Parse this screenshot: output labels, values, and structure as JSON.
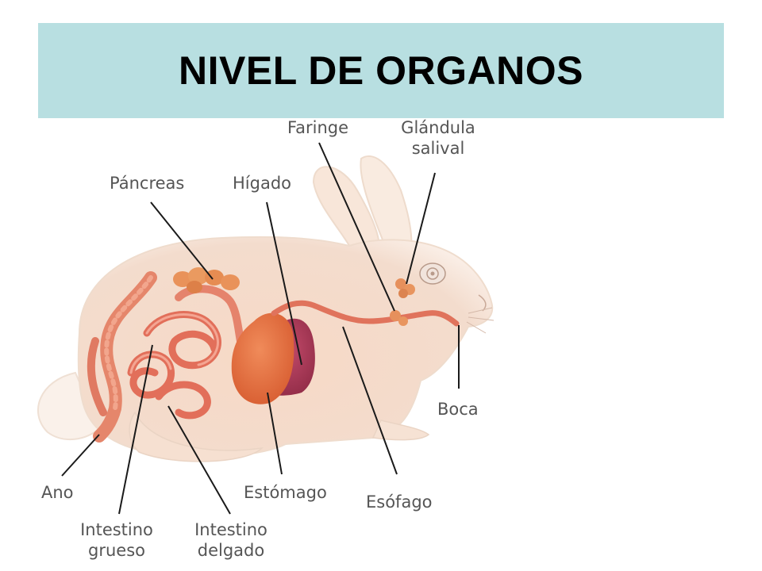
{
  "title": "NIVEL DE ORGANOS",
  "labels": {
    "faringe": "Faringe",
    "glandula_line1": "Glándula",
    "glandula_line2": "salival",
    "pancreas": "Páncreas",
    "higado": "Hígado",
    "boca": "Boca",
    "ano": "Ano",
    "estomago": "Estómago",
    "esofago": "Esófago",
    "int_grueso_line1": "Intestino",
    "int_grueso_line2": "grueso",
    "int_delgado_line1": "Intestino",
    "int_delgado_line2": "delgado"
  },
  "colors": {
    "banner": "#b8dfe1",
    "body": "#f6dccb",
    "organ": "#e9836a",
    "liver": "#a83a55",
    "stomach": "#e66d3c",
    "leader": "#1a1a1a"
  }
}
